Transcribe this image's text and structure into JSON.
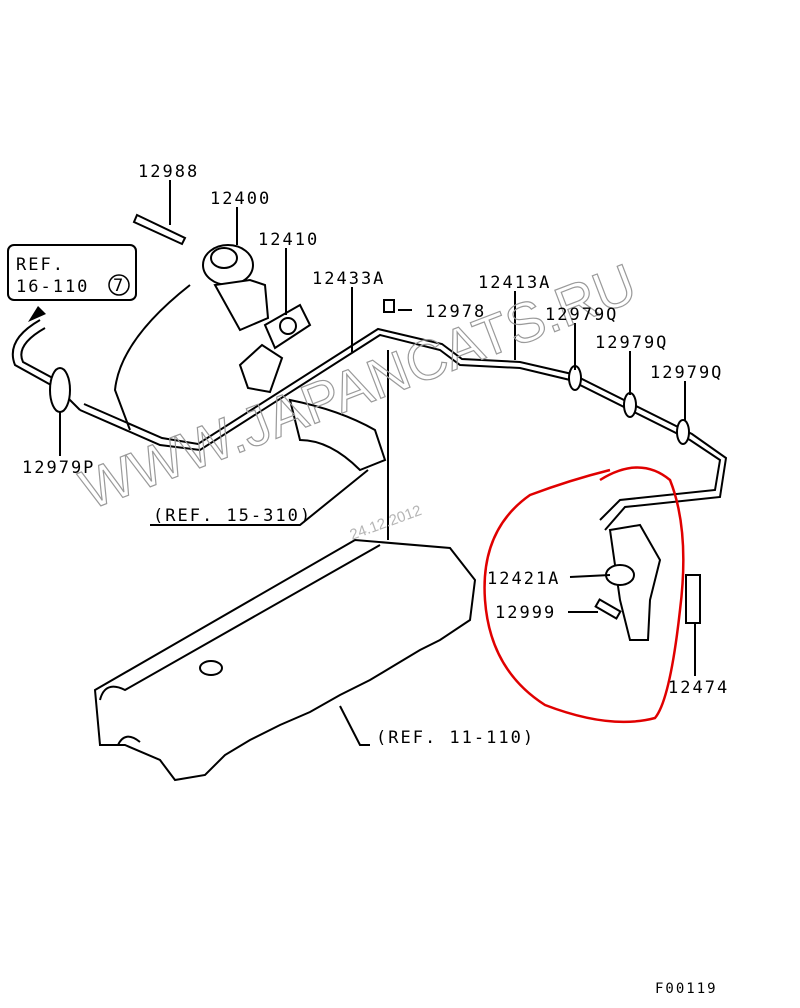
{
  "parts": {
    "bolt_top": "12988",
    "egr_valve": "12400",
    "gasket": "12410",
    "pipe_main": "12433A",
    "bolt_small": "12978",
    "pipe_vacuum": "12413A",
    "clip_1": "12979Q",
    "clip_2": "12979Q",
    "clip_3": "12979Q",
    "clip_left": "12979P",
    "solenoid": "12421A",
    "bolt_solenoid": "12999",
    "filter": "12474"
  },
  "refs": {
    "ref_box_line1": "REF.",
    "ref_box_line2": "16-110",
    "ref_box_circle": "7",
    "ref_intake": "(REF. 15-310)",
    "ref_cover": "(REF. 11-110)"
  },
  "figure_id": "F00119",
  "watermark": {
    "text": "WWW.JAPANCATS.RU",
    "date": "24.12.2012"
  },
  "colors": {
    "highlight": "#e00000"
  }
}
